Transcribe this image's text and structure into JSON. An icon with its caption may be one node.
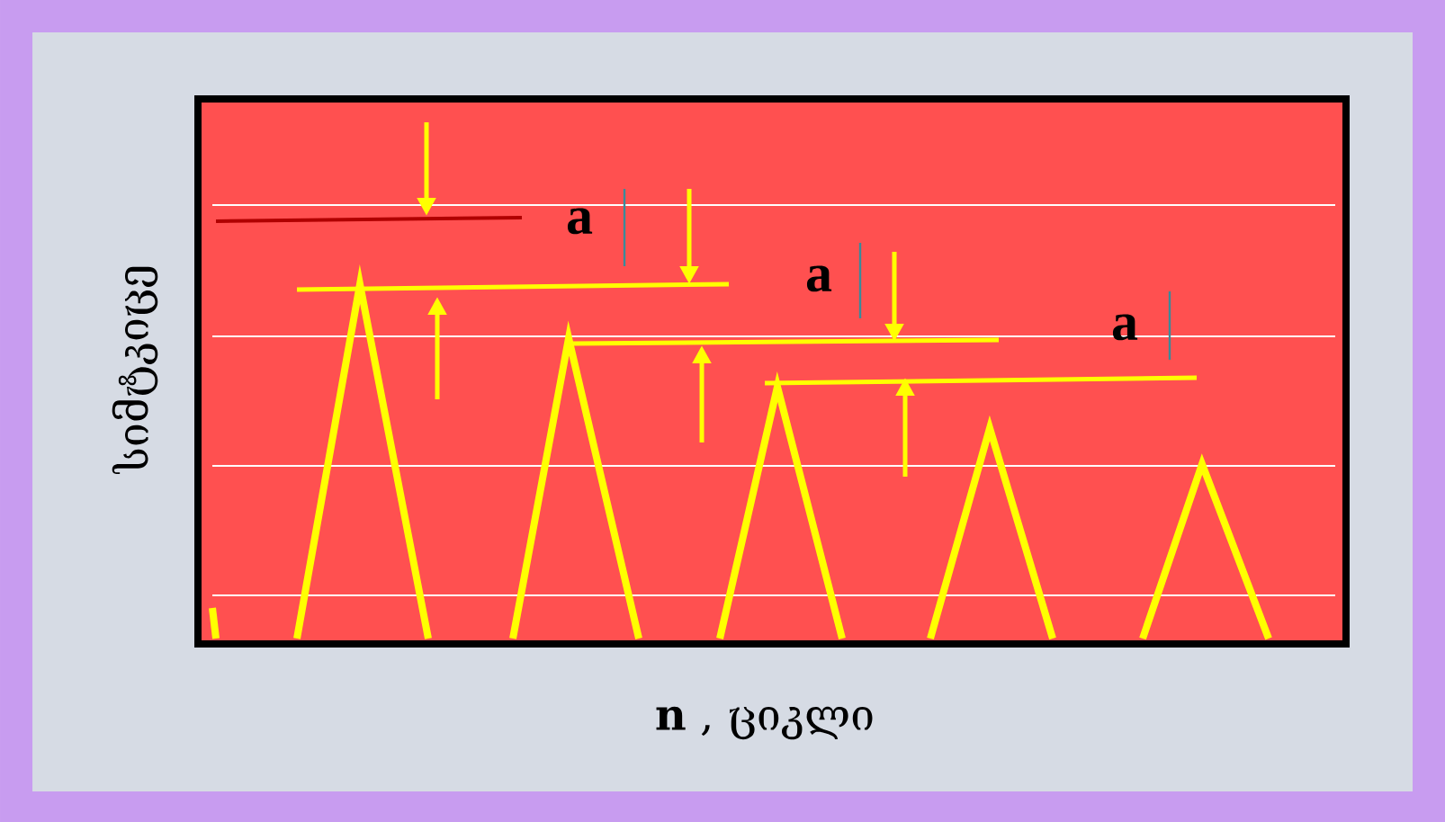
{
  "diagram": {
    "labels": [
      "a",
      "a",
      "a",
      "სიმტკიცე",
      "**n** , ციკლი"
    ]
  }
}
